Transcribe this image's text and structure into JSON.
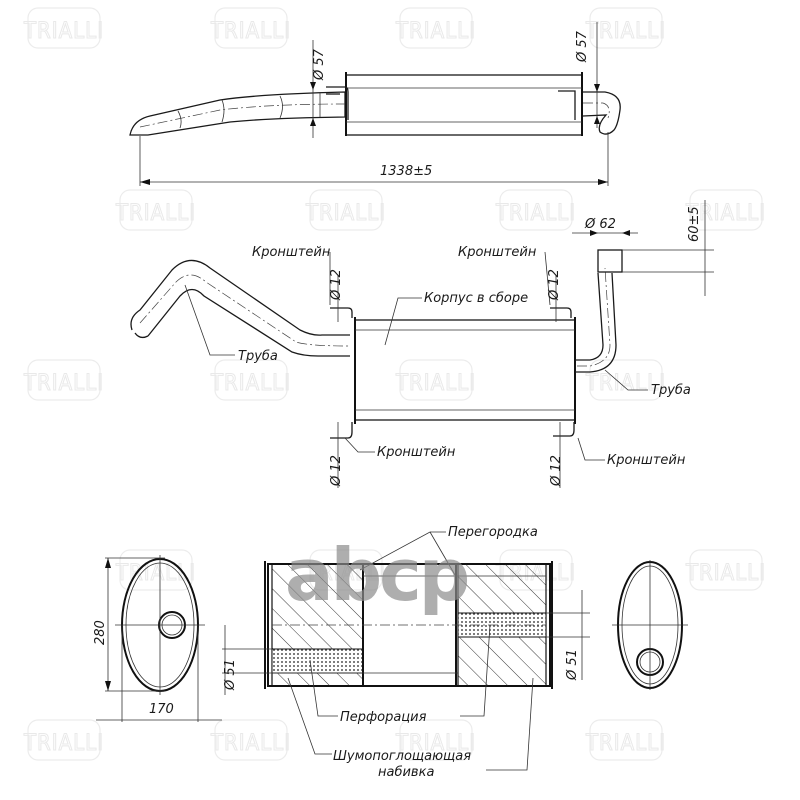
{
  "watermarks": {
    "brand": "TRIALLI",
    "overlay_logo": "abcp"
  },
  "view_top": {
    "dims": {
      "pipe_in_diameter": "Ø 57",
      "pipe_out_diameter": "Ø 57",
      "overall_length": "1338±5"
    }
  },
  "view_middle": {
    "labels": {
      "bracket_top_left": "Кронштейн",
      "bracket_top_right": "Кронштейн",
      "bracket_bottom_left": "Кронштейн",
      "bracket_bottom_right": "Кронштейн",
      "body_assembly": "Корпус в сборе",
      "pipe_left": "Труба",
      "pipe_right": "Труба"
    },
    "dims": {
      "bracket_tl_diameter": "Ø 12",
      "bracket_tr_diameter": "Ø 12",
      "bracket_bl_diameter": "Ø 12",
      "bracket_br_diameter": "Ø 12",
      "outlet_diameter": "Ø 62",
      "outlet_length": "60±5"
    }
  },
  "view_bottom": {
    "labels": {
      "baffle": "Перегородка",
      "perforation": "Перфорация",
      "packing_line1": "Шумопоглощающая",
      "packing_line2": "набивка"
    },
    "dims": {
      "height": "280",
      "width": "170",
      "perf_left_diameter": "Ø 51",
      "perf_right_diameter": "Ø 51"
    }
  }
}
